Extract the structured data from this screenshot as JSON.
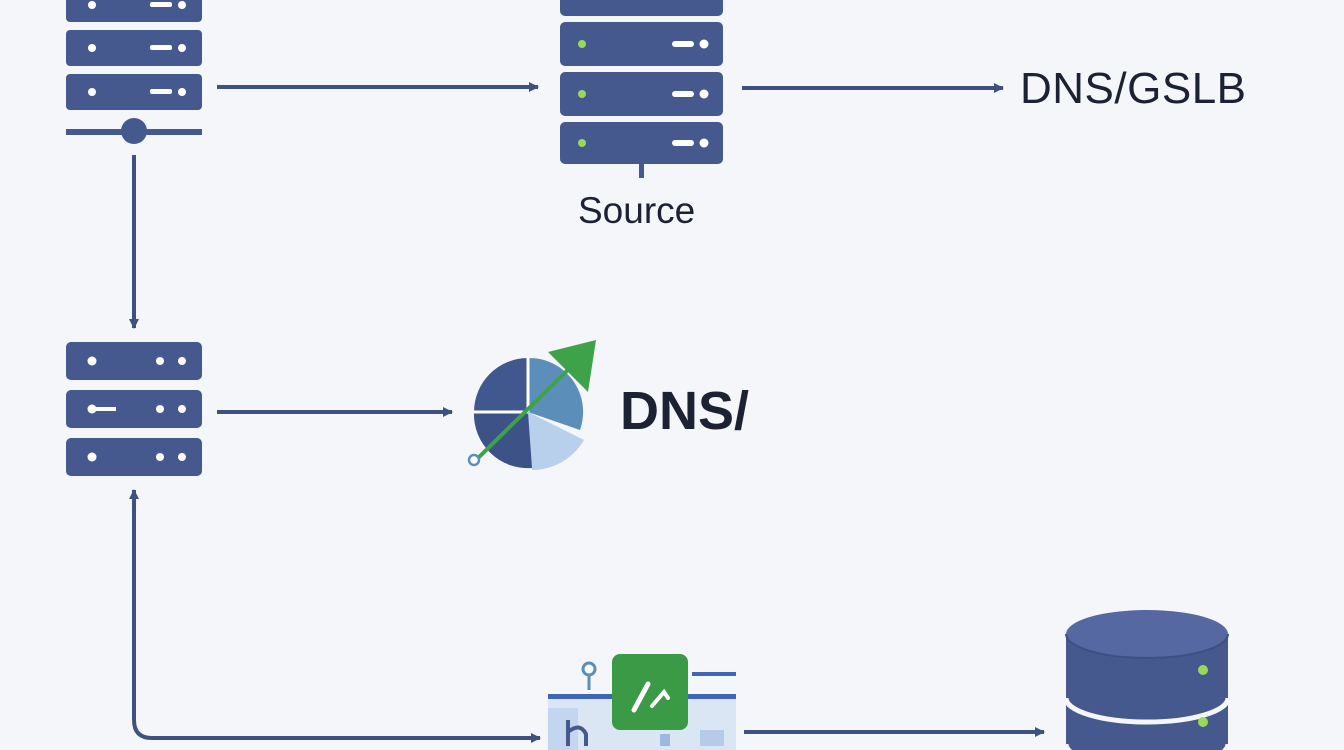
{
  "labels": {
    "dns_gslb": "DNS/GSLB",
    "source": "Source",
    "dns": "DNS/"
  },
  "colors": {
    "background": "#f4f6f9",
    "server_blue": "#46598f",
    "server_dark": "#3d4f83",
    "arrow": "#3f527f",
    "indicator_green": "#9ad85a",
    "indicator_white": "#ffffff",
    "chart_dark": "#40588d",
    "chart_teal": "#5b8fb9",
    "chart_light": "#b9d0ec",
    "chart_green": "#3ea24a",
    "panel_green": "#3a9a45",
    "panel_light": "#dbe6f5",
    "text": "#1c2233"
  },
  "icons": [
    "server-rack-icon",
    "source-server-rack-icon",
    "pie-chart-trend-icon",
    "analytics-dashboard-icon",
    "database-icon"
  ]
}
